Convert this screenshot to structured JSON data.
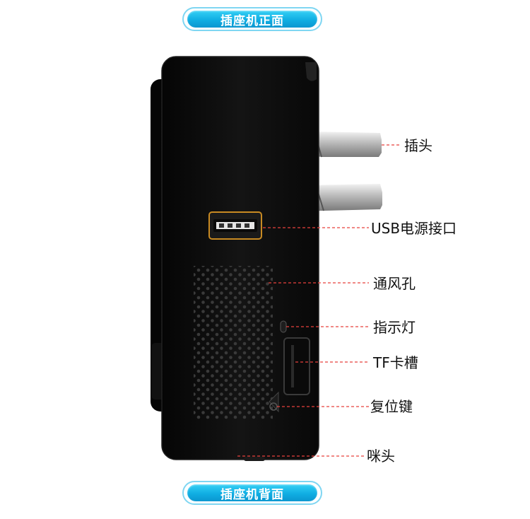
{
  "top_label": "插座机正面",
  "bottom_label": "插座机背面",
  "callouts": [
    {
      "id": "plug",
      "text": "插头"
    },
    {
      "id": "usb",
      "text": "USB电源接口"
    },
    {
      "id": "vent",
      "text": "通风孔"
    },
    {
      "id": "led",
      "text": "指示灯"
    },
    {
      "id": "tf",
      "text": "TF卡槽"
    },
    {
      "id": "reset",
      "text": "复位键"
    },
    {
      "id": "mic",
      "text": "咪头"
    }
  ],
  "colors": {
    "pill_blue": "#10aee3",
    "leader_red": "#e8413c",
    "device_body": "#0d0d0d"
  }
}
